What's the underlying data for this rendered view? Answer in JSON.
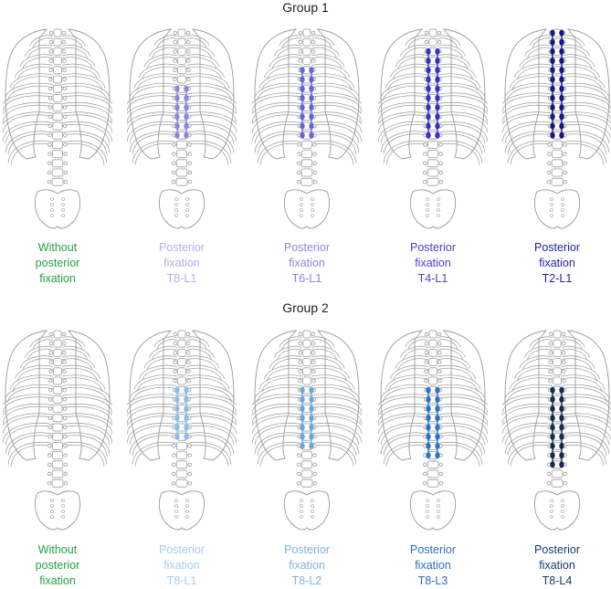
{
  "groups": [
    {
      "title": "Group 1",
      "panels": [
        {
          "lines": [
            "Without",
            "posterior",
            "fixation"
          ],
          "color": "#22a244",
          "screw_color": "",
          "screw_from": 0,
          "screw_to": 0
        },
        {
          "lines": [
            "Posterior",
            "fixation",
            "T8-L1"
          ],
          "color": "#b3b0e8",
          "screw_color": "#8a86db",
          "screw_from": 7,
          "screw_to": 12
        },
        {
          "lines": [
            "Posterior",
            "fixation",
            "T6-L1"
          ],
          "color": "#8d87e0",
          "screw_color": "#6a63d6",
          "screw_from": 5,
          "screw_to": 12
        },
        {
          "lines": [
            "Posterior",
            "fixation",
            "T4-L1"
          ],
          "color": "#4c3fcc",
          "screw_color": "#3b2fc4",
          "screw_from": 3,
          "screw_to": 12
        },
        {
          "lines": [
            "Posterior",
            "fixation",
            "T2-L1"
          ],
          "color": "#261f9e",
          "screw_color": "#1c1780",
          "screw_from": 1,
          "screw_to": 12
        }
      ]
    },
    {
      "title": "Group 2",
      "panels": [
        {
          "lines": [
            "Without",
            "posterior",
            "fixation"
          ],
          "color": "#22a244",
          "screw_color": "",
          "screw_from": 0,
          "screw_to": 0
        },
        {
          "lines": [
            "Posterior",
            "fixation",
            "T8-L1"
          ],
          "color": "#a9cdeb",
          "screw_color": "#8cbde6",
          "screw_from": 7,
          "screw_to": 12
        },
        {
          "lines": [
            "Posterior",
            "fixation",
            "T8-L2"
          ],
          "color": "#7fb3e0",
          "screw_color": "#6aa7dc",
          "screw_from": 7,
          "screw_to": 13
        },
        {
          "lines": [
            "Posterior",
            "fixation",
            "T8-L3"
          ],
          "color": "#2f6fba",
          "screw_color": "#2b74c4",
          "screw_from": 7,
          "screw_to": 14
        },
        {
          "lines": [
            "Posterior",
            "fixation",
            "T8-L4"
          ],
          "color": "#173a6b",
          "screw_color": "#122c52",
          "screw_from": 7,
          "screw_to": 15
        }
      ]
    }
  ]
}
